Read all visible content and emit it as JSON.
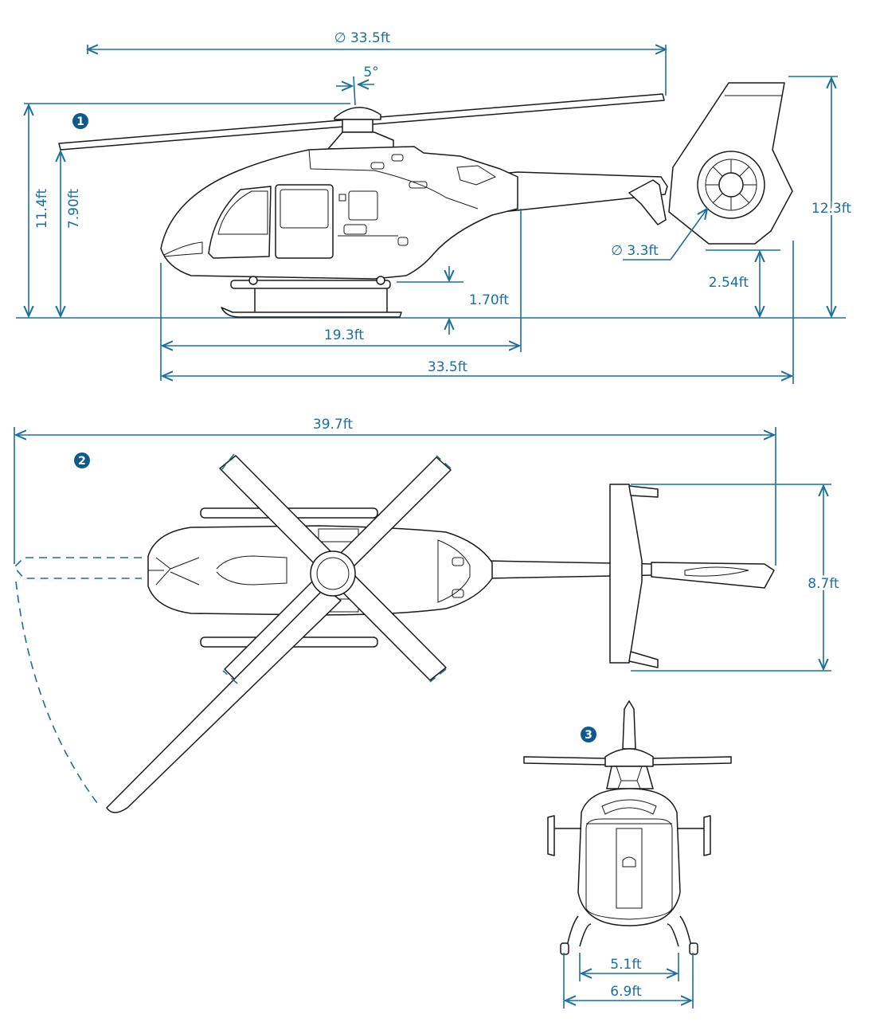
{
  "colors": {
    "dimension": "#1b6e9e",
    "badge": "#0f5a8c",
    "line": "#1a1a1a"
  },
  "views": {
    "side": {
      "number": "1",
      "rotor_diameter": "∅ 33.5ft",
      "rotor_tilt": "5°",
      "overall_height": "11.4ft",
      "rotor_height": "7.90ft",
      "tail_height": "12.3ft",
      "tail_rotor_diameter": "∅ 3.3ft",
      "tail_rotor_clearance": "2.54ft",
      "ground_clearance": "1.70ft",
      "fuselage_length": "19.3ft",
      "overall_length": "33.5ft"
    },
    "top": {
      "number": "2",
      "overall_length_rotors_turning": "39.7ft",
      "stabilizer_span": "8.7ft"
    },
    "front": {
      "number": "3",
      "skid_width_inner": "5.1ft",
      "skid_width_outer": "6.9ft"
    }
  }
}
